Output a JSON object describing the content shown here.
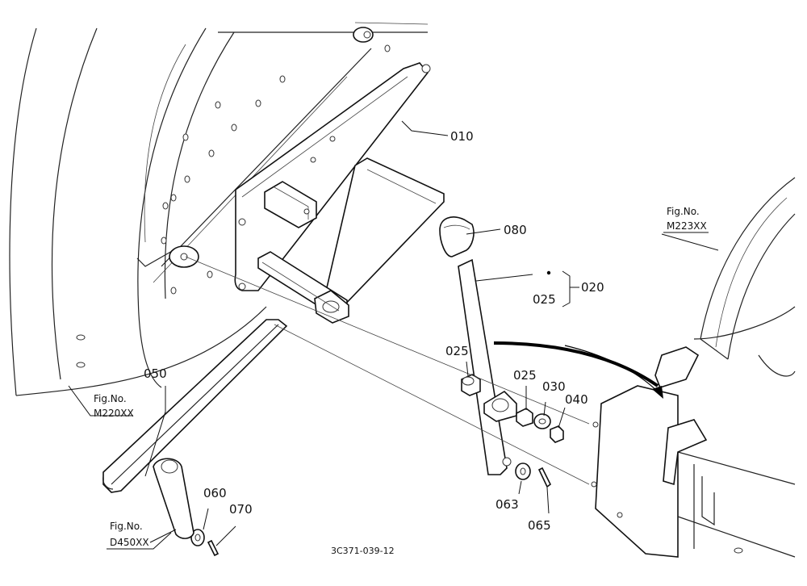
{
  "parts": [
    {
      "id": "p010",
      "label": "010"
    },
    {
      "id": "p080",
      "label": "080"
    },
    {
      "id": "p020",
      "label": "020"
    },
    {
      "id": "p025a",
      "label": "025"
    },
    {
      "id": "p025b",
      "label": "025"
    },
    {
      "id": "p025c",
      "label": "025"
    },
    {
      "id": "p030",
      "label": "030"
    },
    {
      "id": "p040",
      "label": "040"
    },
    {
      "id": "p050",
      "label": "050"
    },
    {
      "id": "p060",
      "label": "060"
    },
    {
      "id": "p070",
      "label": "070"
    },
    {
      "id": "p063",
      "label": "063"
    },
    {
      "id": "p065",
      "label": "065"
    }
  ],
  "figure_refs": [
    {
      "caption": "Fig.No.",
      "code": "M223XX"
    },
    {
      "caption": "Fig.No.",
      "code": "M220XX"
    },
    {
      "caption": "Fig.No.",
      "code": "D450XX"
    }
  ],
  "drawing_number": "3C371-039-12"
}
